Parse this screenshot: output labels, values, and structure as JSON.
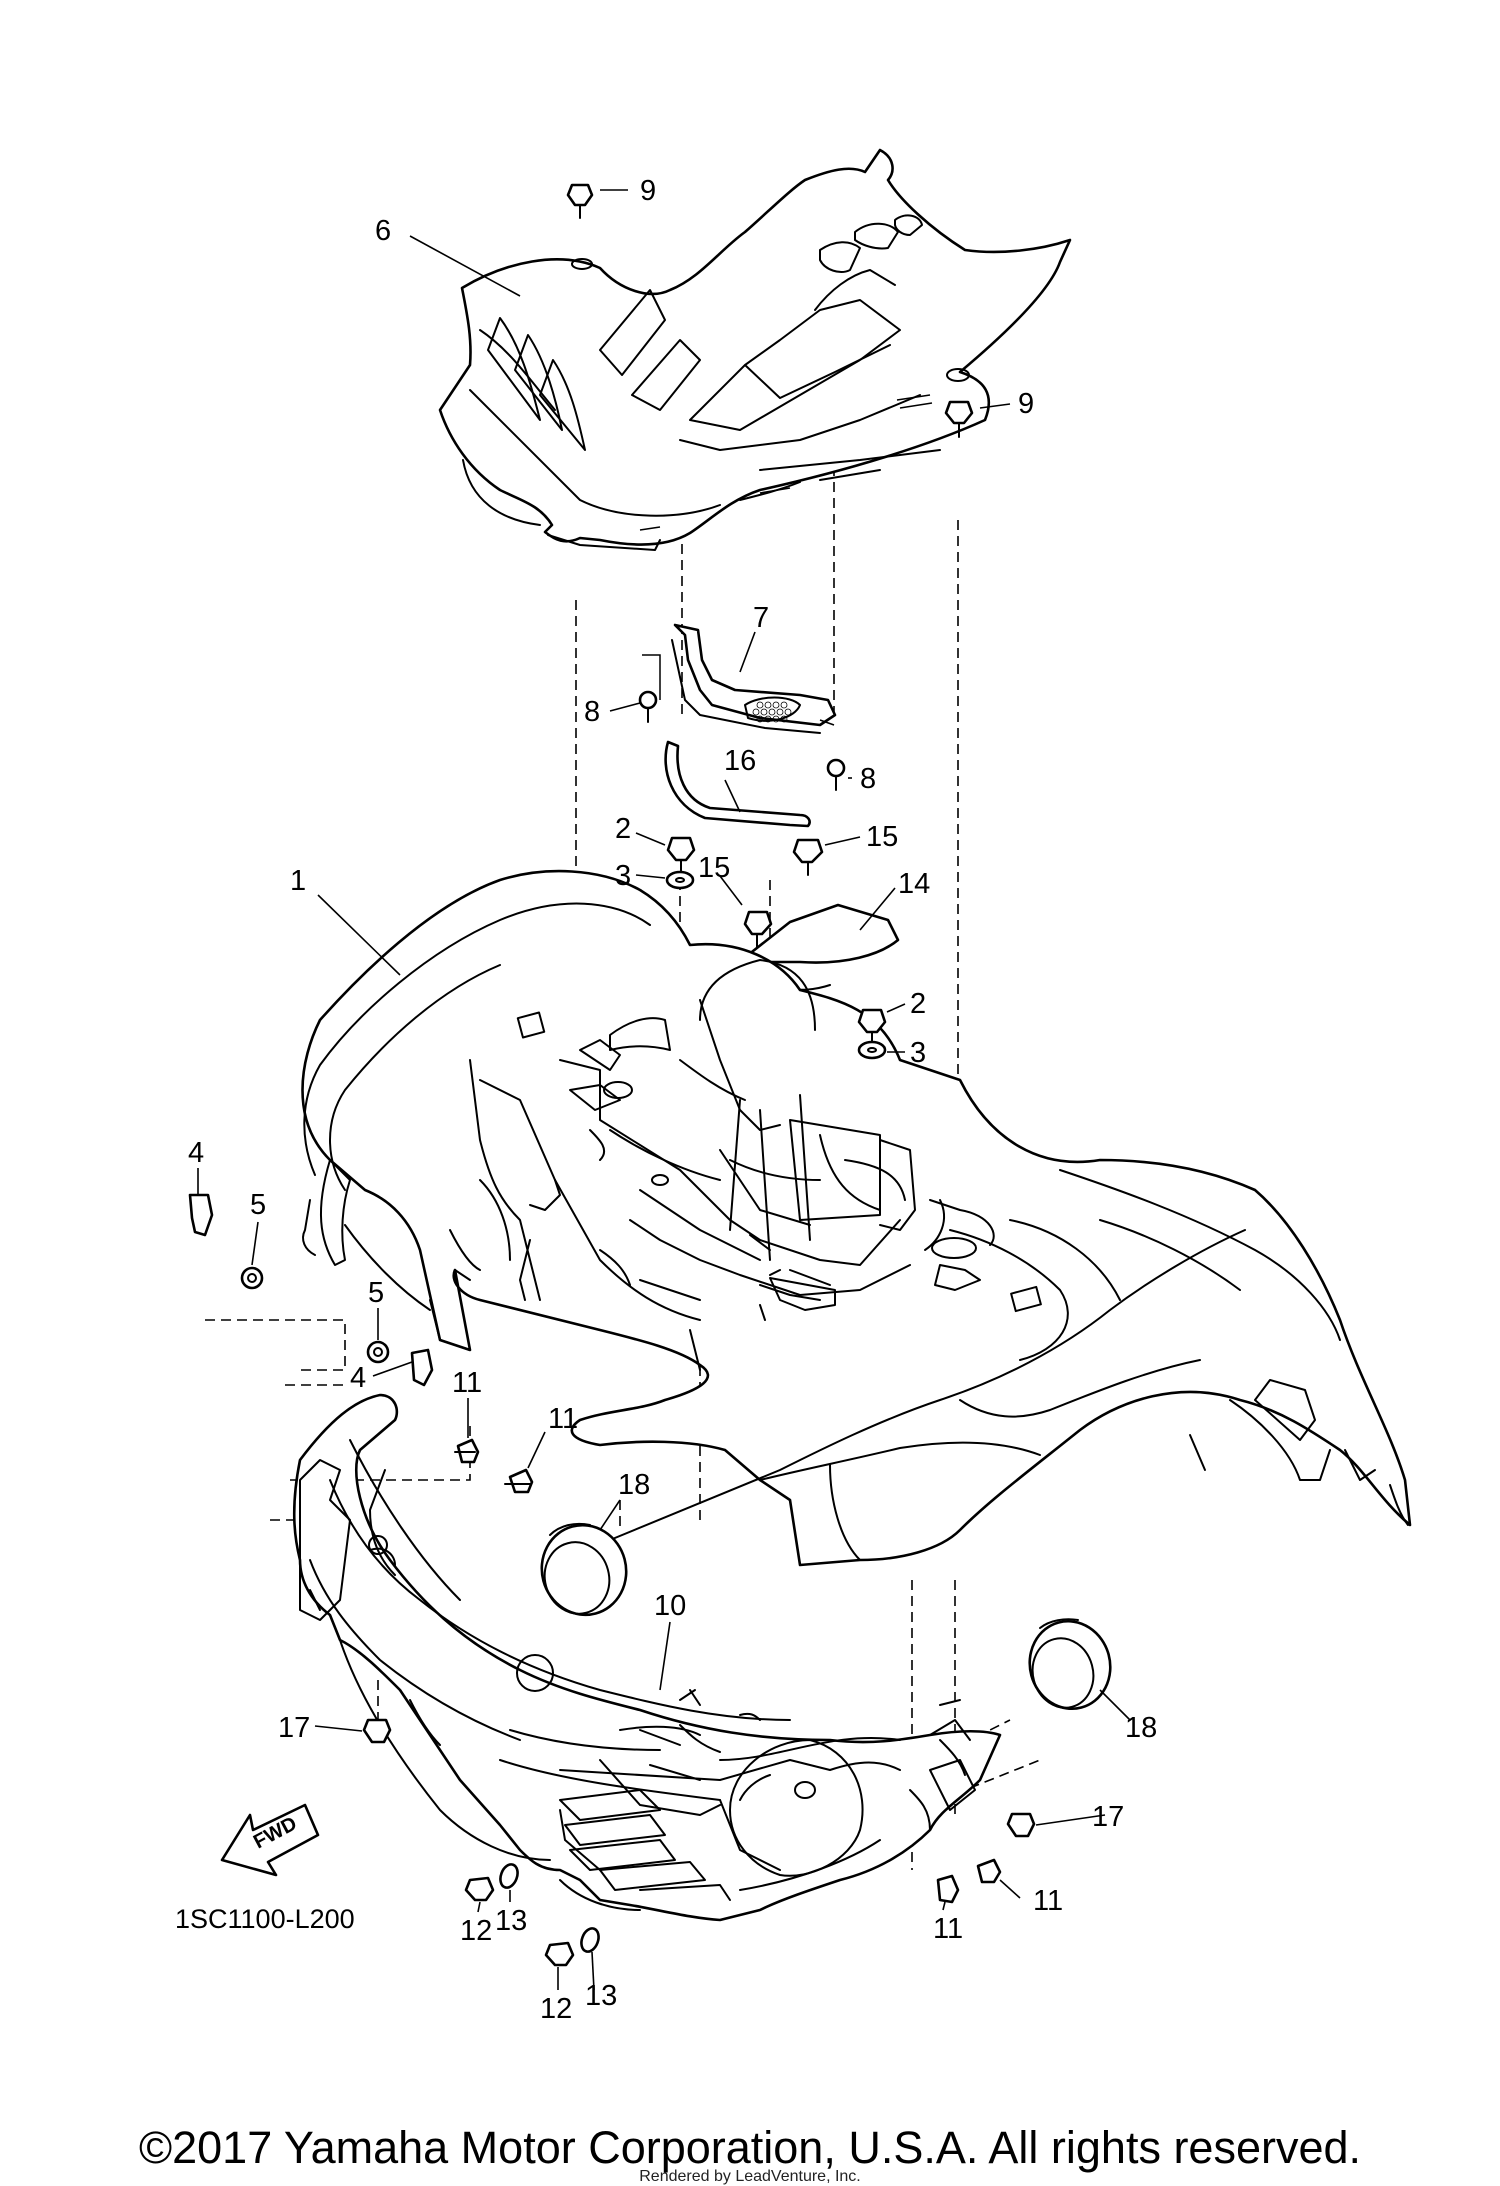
{
  "diagram": {
    "callouts": [
      "1",
      "2",
      "3",
      "4",
      "5",
      "6",
      "7",
      "8",
      "9",
      "10",
      "11",
      "12",
      "13",
      "14",
      "15",
      "16",
      "17",
      "18"
    ],
    "diagram_code": "1SC1100-L200",
    "direction_label": "FWD"
  },
  "footer": {
    "copyright": "©2017 Yamaha Motor Corporation, U.S.A. All rights reserved.",
    "rendered_by": "Rendered by LeadVenture, Inc."
  }
}
